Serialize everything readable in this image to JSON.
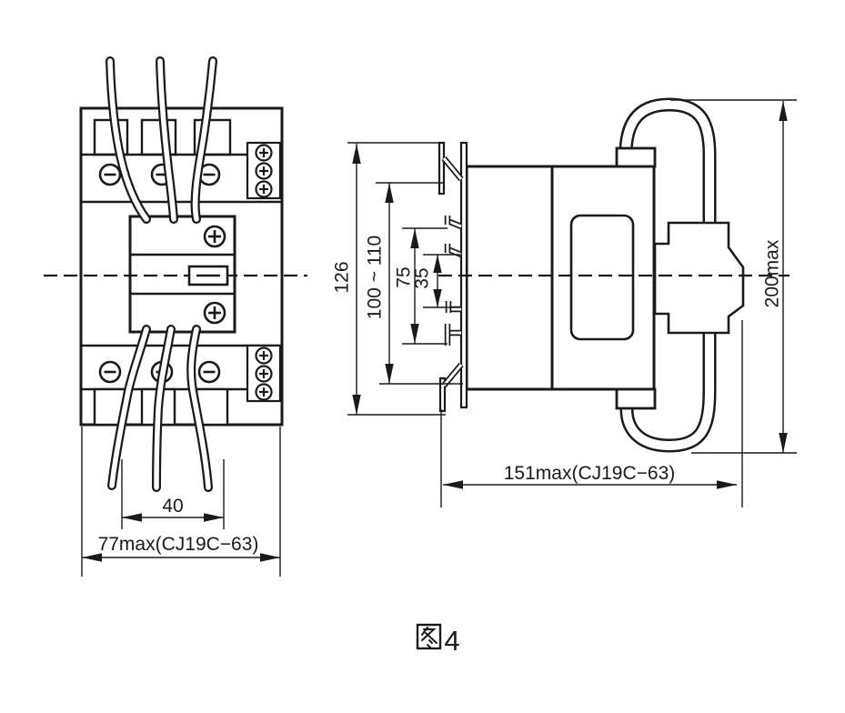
{
  "colors": {
    "line": "#1a1a1a",
    "background": "#ffffff"
  },
  "caption": {
    "text": "图4",
    "number": "4"
  },
  "front_view": {
    "dims": {
      "pitch": "40",
      "width": "77max(CJ19C−63)"
    }
  },
  "side_view": {
    "dims": {
      "bracket_height": "126",
      "rail_spacing": "100 ~ 110",
      "clip_span_75": "75",
      "clip_span_35": "35",
      "depth": "151max(CJ19C−63)",
      "height": "200max"
    }
  }
}
